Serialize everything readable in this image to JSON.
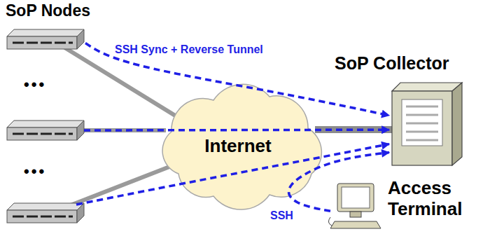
{
  "diagram": {
    "nodes": [
      {
        "text": [
          "SoP Nodes"
        ]
      },
      {
        "text": []
      },
      {
        "text": []
      },
      {
        "text": [
          "Internet"
        ]
      },
      {
        "text": [
          "SoP Collector"
        ]
      },
      {
        "text": [
          "Access Terminal"
        ]
      }
    ],
    "edges": [
      {
        "from": 0,
        "to": 4,
        "arrow": "to",
        "label": "SSH Sync + Reverse Tunnel"
      },
      {
        "from": 1,
        "to": 4,
        "arrow": "to"
      },
      {
        "from": 2,
        "to": 4,
        "arrow": "to"
      },
      {
        "from": 5,
        "to": 4,
        "arrow": "to",
        "label": "SSH"
      },
      {
        "from": 0,
        "to": 3,
        "arrow": "none"
      },
      {
        "from": 1,
        "to": 3,
        "arrow": "none"
      },
      {
        "from": 2,
        "to": 3,
        "arrow": "none"
      },
      {
        "from": 3,
        "to": 4,
        "arrow": "none"
      }
    ],
    "labels": [
      "•••",
      "•••"
    ]
  }
}
